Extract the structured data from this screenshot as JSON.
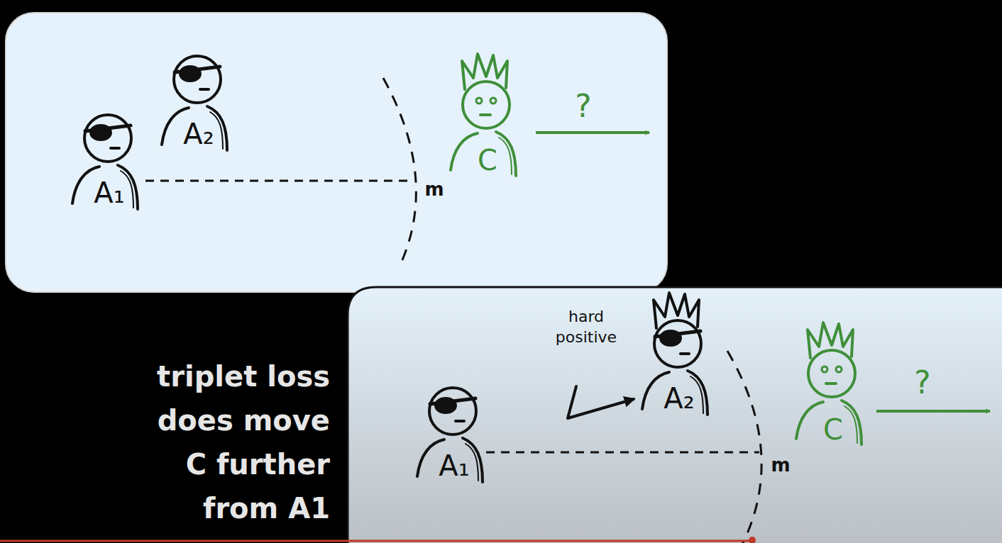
{
  "diagram": {
    "caption": "triplet loss does move C further from A1",
    "nodes": [
      {
        "text": [
          "A₁"
        ]
      },
      {
        "text": [
          "A₂"
        ]
      },
      {
        "text": [
          "C"
        ]
      },
      {
        "text": [
          "A₁"
        ]
      },
      {
        "text": [
          "A₂"
        ]
      },
      {
        "text": [
          "C"
        ]
      }
    ],
    "labels": [
      "?",
      "m",
      "hard positive",
      "?",
      "m"
    ]
  }
}
